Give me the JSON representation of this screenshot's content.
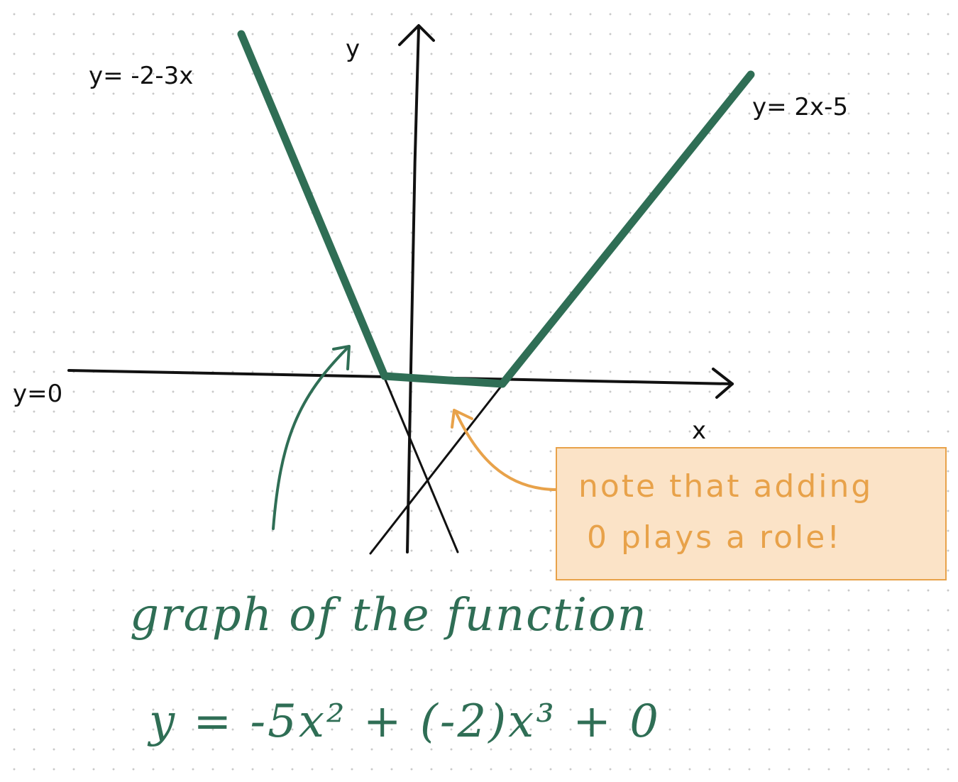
{
  "diagram": {
    "colors": {
      "ink": "#111111",
      "graph": "#2f6e55",
      "note_stroke": "#e8a24a",
      "note_fill": "#fbe3c7",
      "grid_dots": "#c9c9c9"
    },
    "axis_labels": {
      "x": "x",
      "y": "y"
    },
    "line_labels": {
      "left": "y= -2-3x",
      "right": "y= 2x-5",
      "horizontal": "y=0"
    },
    "note": {
      "line1": "note that adding",
      "line2": "0 plays a role!"
    },
    "caption": {
      "line1": "graph of the function",
      "line2": "y = -5x² + (-2)x³ + 0"
    }
  }
}
